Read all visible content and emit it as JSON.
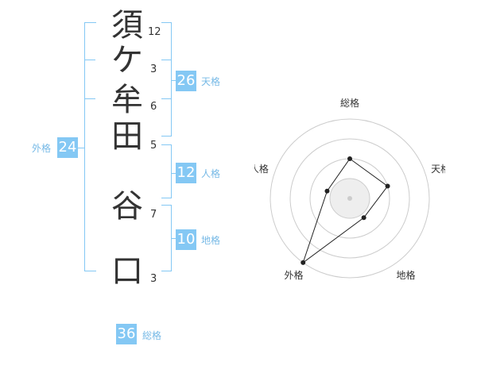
{
  "colors": {
    "accent": "#84c8f4",
    "accent_text": "#76b9e6",
    "text": "#333333",
    "grid": "#cccccc"
  },
  "characters": [
    {
      "char": "須",
      "strokes": "12"
    },
    {
      "char": "ケ",
      "strokes": "3"
    },
    {
      "char": "牟",
      "strokes": "6"
    },
    {
      "char": "田",
      "strokes": "5"
    },
    {
      "char": "谷",
      "strokes": "7"
    },
    {
      "char": "口",
      "strokes": "3"
    }
  ],
  "fortunes": {
    "tenkaku": {
      "value": "26",
      "label": "天格"
    },
    "jinkaku": {
      "value": "12",
      "label": "人格"
    },
    "chikaku": {
      "value": "10",
      "label": "地格"
    },
    "gaikaku": {
      "value": "24",
      "label": "外格"
    },
    "soukaku": {
      "value": "36",
      "label": "総格"
    }
  },
  "chart_data": {
    "type": "radar",
    "axes": [
      "総格",
      "天格",
      "地格",
      "外格",
      "人格"
    ],
    "values": [
      0.5,
      0.5,
      0.3,
      1.0,
      0.3
    ],
    "range": [
      0,
      1
    ],
    "rings": 4
  }
}
